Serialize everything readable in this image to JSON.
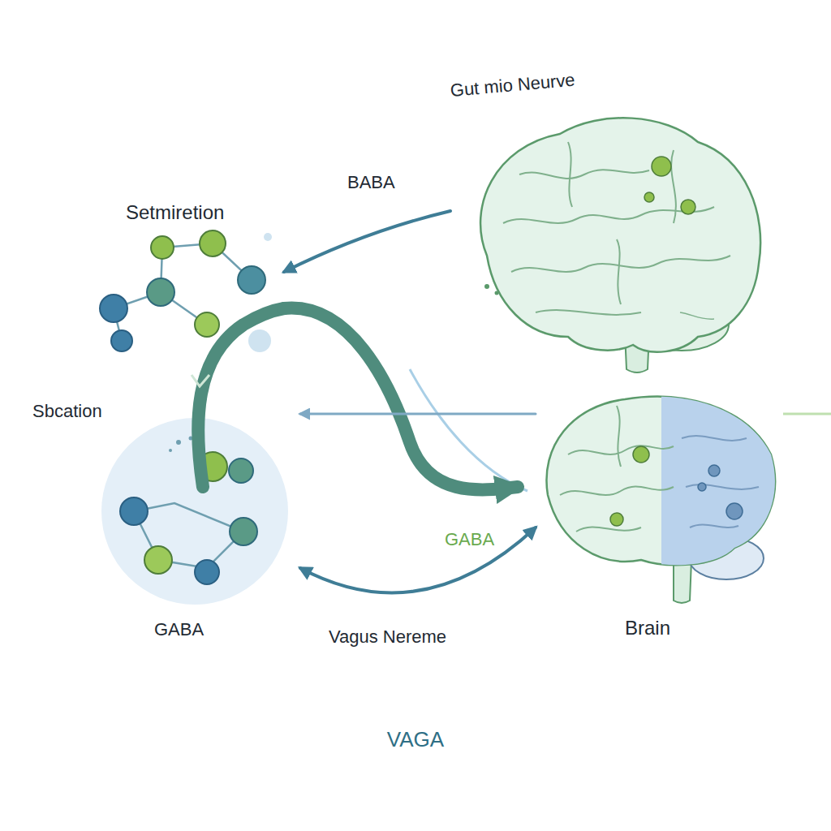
{
  "diagram": {
    "caption": "VAGA",
    "nodes": [
      {
        "text": [
          "Gut mio Neurve"
        ]
      },
      {
        "text": [
          "Setmiretion"
        ]
      },
      {
        "text": [
          "GABA"
        ]
      },
      {
        "text": [
          "Brain"
        ]
      }
    ],
    "edges": [
      {
        "from": 0,
        "to": 1,
        "arrow": "to",
        "label": "BABA"
      },
      {
        "from": 1,
        "to": 3,
        "arrow": "to"
      },
      {
        "from": 3,
        "to": 2,
        "arrow": "to"
      },
      {
        "from": 3,
        "to": 2,
        "arrow": "both",
        "label": "Vagus Nereme"
      }
    ],
    "labels": [
      "Sbcation",
      "GABA"
    ]
  }
}
